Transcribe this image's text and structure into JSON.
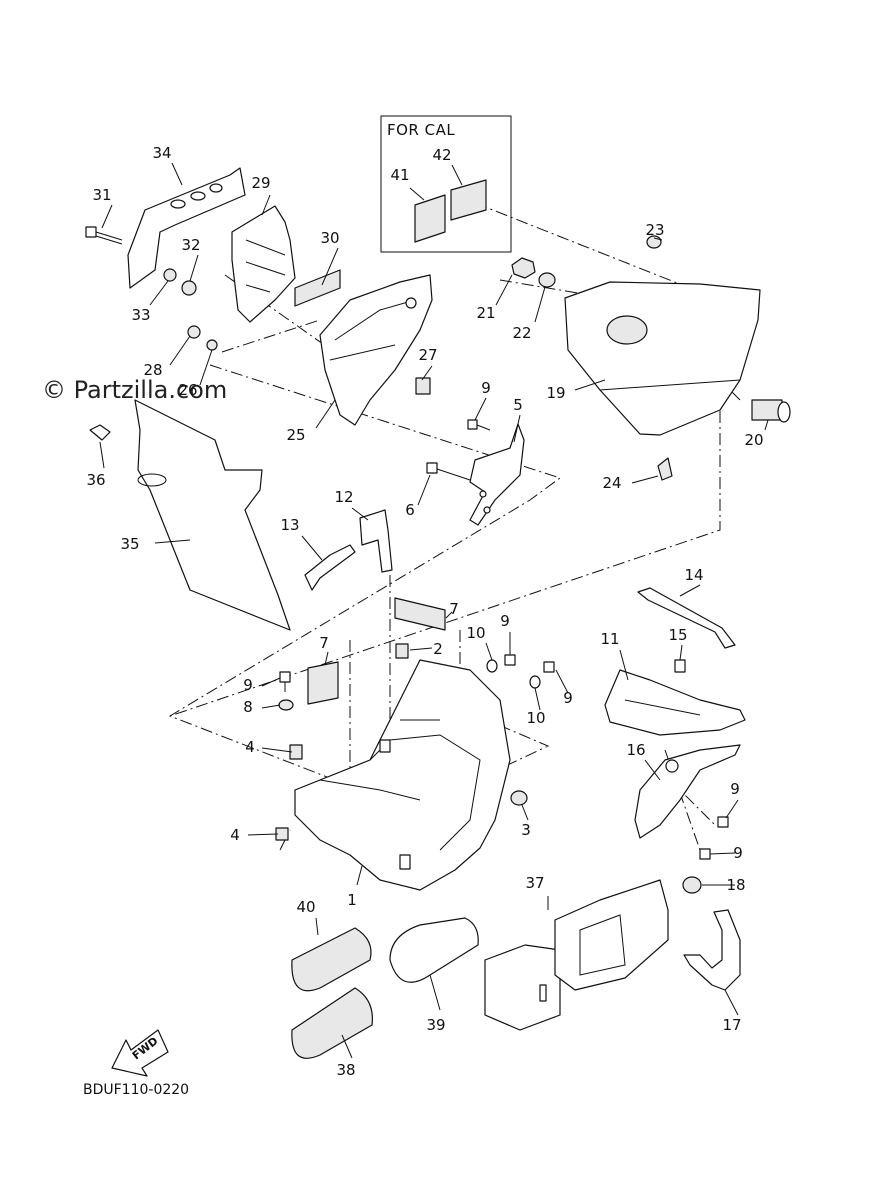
{
  "watermark": "© Partzilla.com",
  "diagram_code": "BDUF110-0220",
  "box": {
    "label": "FOR CAL"
  },
  "arrow": {
    "label": "FWD"
  },
  "callouts": [
    {
      "id": "cal-1",
      "text": "1"
    },
    {
      "id": "cal-2",
      "text": "2"
    },
    {
      "id": "cal-3",
      "text": "3"
    },
    {
      "id": "cal-4a",
      "text": "4"
    },
    {
      "id": "cal-4b",
      "text": "4"
    },
    {
      "id": "cal-5",
      "text": "5"
    },
    {
      "id": "cal-6",
      "text": "6"
    },
    {
      "id": "cal-7a",
      "text": "7"
    },
    {
      "id": "cal-7b",
      "text": "7"
    },
    {
      "id": "cal-8",
      "text": "8"
    },
    {
      "id": "cal-9a",
      "text": "9"
    },
    {
      "id": "cal-9b",
      "text": "9"
    },
    {
      "id": "cal-9c",
      "text": "9"
    },
    {
      "id": "cal-9d",
      "text": "9"
    },
    {
      "id": "cal-9e",
      "text": "9"
    },
    {
      "id": "cal-9f",
      "text": "9"
    },
    {
      "id": "cal-10a",
      "text": "10"
    },
    {
      "id": "cal-10b",
      "text": "10"
    },
    {
      "id": "cal-11",
      "text": "11"
    },
    {
      "id": "cal-12",
      "text": "12"
    },
    {
      "id": "cal-13",
      "text": "13"
    },
    {
      "id": "cal-14",
      "text": "14"
    },
    {
      "id": "cal-15",
      "text": "15"
    },
    {
      "id": "cal-16",
      "text": "16"
    },
    {
      "id": "cal-17",
      "text": "17"
    },
    {
      "id": "cal-18",
      "text": "18"
    },
    {
      "id": "cal-19",
      "text": "19"
    },
    {
      "id": "cal-20",
      "text": "20"
    },
    {
      "id": "cal-21",
      "text": "21"
    },
    {
      "id": "cal-22",
      "text": "22"
    },
    {
      "id": "cal-23",
      "text": "23"
    },
    {
      "id": "cal-24",
      "text": "24"
    },
    {
      "id": "cal-25",
      "text": "25"
    },
    {
      "id": "cal-26",
      "text": "26"
    },
    {
      "id": "cal-27",
      "text": "27"
    },
    {
      "id": "cal-28",
      "text": "28"
    },
    {
      "id": "cal-29",
      "text": "29"
    },
    {
      "id": "cal-30",
      "text": "30"
    },
    {
      "id": "cal-31",
      "text": "31"
    },
    {
      "id": "cal-32",
      "text": "32"
    },
    {
      "id": "cal-33",
      "text": "33"
    },
    {
      "id": "cal-34",
      "text": "34"
    },
    {
      "id": "cal-35",
      "text": "35"
    },
    {
      "id": "cal-36",
      "text": "36"
    },
    {
      "id": "cal-37",
      "text": "37"
    },
    {
      "id": "cal-38",
      "text": "38"
    },
    {
      "id": "cal-39",
      "text": "39"
    },
    {
      "id": "cal-40",
      "text": "40"
    },
    {
      "id": "cal-41",
      "text": "41"
    },
    {
      "id": "cal-42",
      "text": "42"
    }
  ]
}
